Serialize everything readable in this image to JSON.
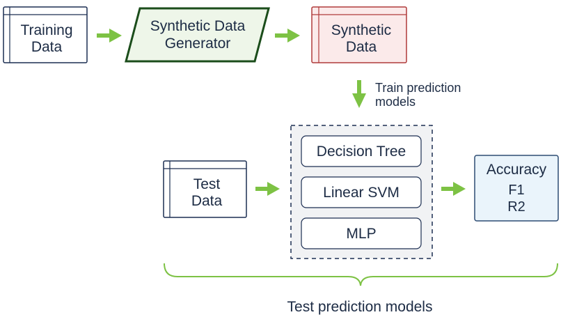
{
  "training_data": {
    "line1": "Training",
    "line2": "Data"
  },
  "generator": {
    "line1": "Synthetic Data",
    "line2": "Generator"
  },
  "synthetic_data": {
    "line1": "Synthetic",
    "line2": "Data"
  },
  "train_step": {
    "line1": "Train prediction",
    "line2": "models"
  },
  "test_data": {
    "line1": "Test",
    "line2": "Data"
  },
  "models": [
    {
      "label": "Decision Tree"
    },
    {
      "label": "Linear SVM"
    },
    {
      "label": "MLP"
    }
  ],
  "metrics": {
    "title": "Accuracy",
    "line1": "F1",
    "line2": "R2"
  },
  "test_step": {
    "label": "Test prediction models"
  },
  "colors": {
    "arrow": "#7dc244",
    "navy_stroke": "#1c2e52",
    "generator_stroke": "#1b4d1b",
    "generator_fill": "#eef6e9",
    "synthetic_stroke": "#b03a3a",
    "synthetic_fill": "#fbeaea",
    "metrics_stroke": "#2d4c73",
    "metrics_fill": "#eaf4fb",
    "brace": "#7dc244"
  }
}
